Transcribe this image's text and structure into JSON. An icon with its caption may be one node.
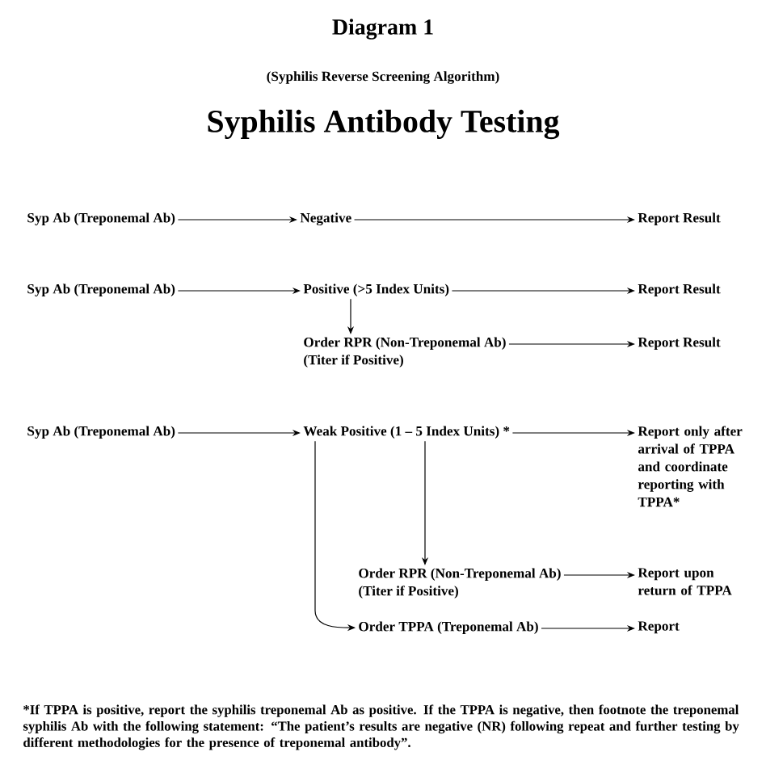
{
  "diagram": {
    "title": "Syphilis Antibody Testing",
    "nodes": [
      {
        "text": [
          "Syp Ab (Treponemal Ab)"
        ]
      },
      {
        "text": [
          "Negative"
        ]
      },
      {
        "text": [
          "Report Result"
        ]
      },
      {
        "text": [
          "Syp Ab (Treponemal Ab)"
        ]
      },
      {
        "text": [
          "Positive (>5 Index Units)"
        ]
      },
      {
        "text": [
          "Report Result"
        ]
      },
      {
        "text": [
          "Order RPR (Non-Treponemal Ab)",
          "(Titer if Positive)"
        ]
      },
      {
        "text": [
          "Report Result"
        ]
      },
      {
        "text": [
          "Syp Ab (Treponemal Ab)"
        ]
      },
      {
        "text": [
          "Weak Positive (1 – 5 Index Units) *"
        ]
      },
      {
        "text": [
          "Report only after arrival of TPPA and coordinate reporting with TPPA*"
        ]
      },
      {
        "text": [
          "Order RPR (Non-Treponemal Ab)",
          "(Titer if Positive)"
        ]
      },
      {
        "text": [
          "Report upon return of TPPA"
        ]
      },
      {
        "text": [
          "Order TPPA (Treponemal Ab)"
        ]
      },
      {
        "text": [
          "Report"
        ]
      }
    ],
    "edges": [
      {
        "from": 0,
        "to": 1,
        "arrow": "to"
      },
      {
        "from": 1,
        "to": 2,
        "arrow": "to"
      },
      {
        "from": 3,
        "to": 4,
        "arrow": "to"
      },
      {
        "from": 4,
        "to": 5,
        "arrow": "to"
      },
      {
        "from": 4,
        "to": 6,
        "arrow": "to"
      },
      {
        "from": 6,
        "to": 7,
        "arrow": "to"
      },
      {
        "from": 8,
        "to": 9,
        "arrow": "to"
      },
      {
        "from": 9,
        "to": 10,
        "arrow": "to"
      },
      {
        "from": 9,
        "to": 11,
        "arrow": "to"
      },
      {
        "from": 9,
        "to": 13,
        "arrow": "to"
      },
      {
        "from": 11,
        "to": 12,
        "arrow": "to"
      },
      {
        "from": 13,
        "to": 14,
        "arrow": "to"
      }
    ],
    "labels": [
      "Diagram 1",
      "(Syphilis Reverse Screening Algorithm)",
      "*If TPPA is positive, report the syphilis treponemal Ab as positive.  If the TPPA is negative, then footnote the treponemal syphilis Ab with the following statement: “The patient’s results are negative (NR) following repeat and further testing by different methodologies for the presence of treponemal antibody”."
    ]
  }
}
